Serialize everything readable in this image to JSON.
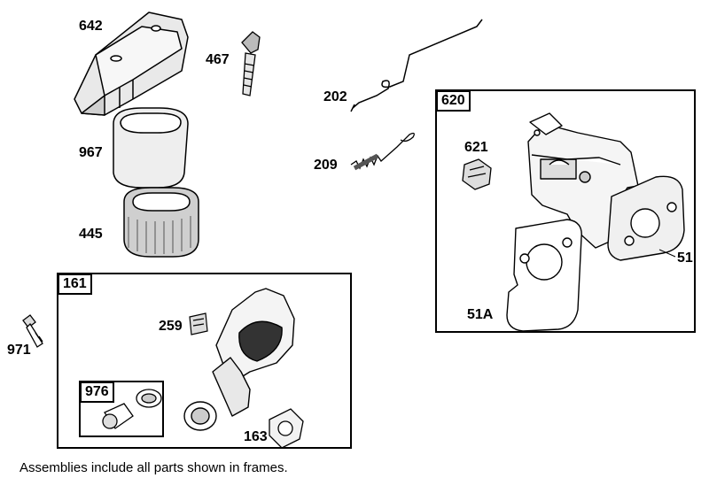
{
  "parts": {
    "p642": "642",
    "p467": "467",
    "p202": "202",
    "p967": "967",
    "p209": "209",
    "p445": "445",
    "p621": "621",
    "p51": "51",
    "p51a": "51A",
    "p259": "259",
    "p971": "971",
    "p163": "163"
  },
  "frames": {
    "f620": "620",
    "f161": "161",
    "f976": "976"
  },
  "note": "Assemblies include all parts shown in frames."
}
